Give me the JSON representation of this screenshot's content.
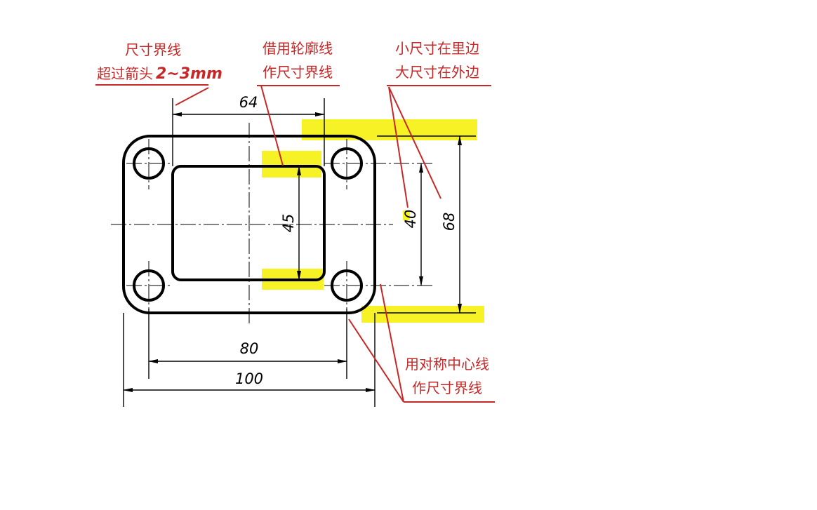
{
  "annotations": {
    "extension_line": {
      "line1": "尺寸界线",
      "line2_prefix": "超过箭头",
      "line2_value": "2~3mm"
    },
    "outline_as_extension": {
      "line1": "借用轮廓线",
      "line2": "作尺寸界线"
    },
    "small_inside": {
      "line1": "小尺寸在里边",
      "line2": "大尺寸在外边"
    },
    "centerline_as_extension": {
      "line1": "用对称中心线",
      "line2": "作尺寸界线"
    }
  },
  "dimensions": {
    "top_width": "64",
    "inner_height": "45",
    "hole_spacing_v": "40",
    "overall_height": "68",
    "hole_spacing_h": "80",
    "overall_width": "100"
  },
  "colors": {
    "annotation": "#c62828",
    "highlight": "#f5f000",
    "line": "#000000"
  }
}
